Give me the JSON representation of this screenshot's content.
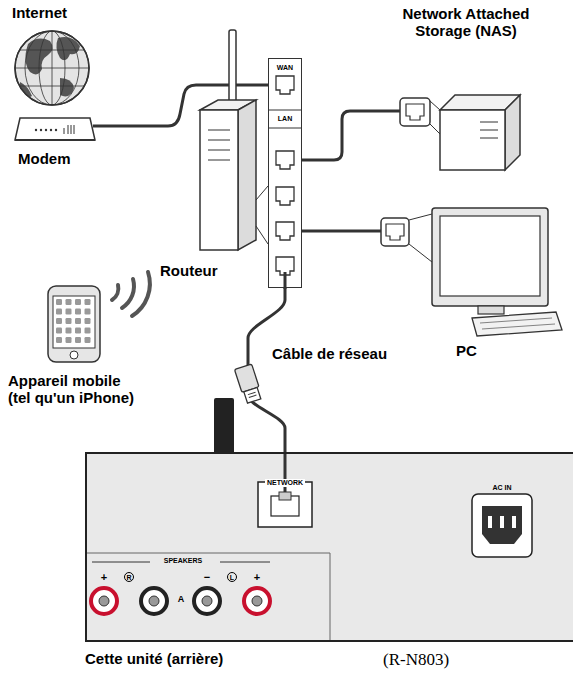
{
  "diagram": {
    "nodes": [
      {
        "text": [
          "WAN",
          "LAN"
        ]
      },
      {
        "text": [
          "NETWORK",
          "AC IN",
          "SPEAKERS",
          "+",
          "R",
          "A",
          "−",
          "L",
          "+"
        ]
      }
    ],
    "edges": [
      {
        "from": 0,
        "to": 1,
        "arrow": "none"
      }
    ],
    "labels": [
      "Internet",
      "Network Attached Storage (NAS)",
      "Modem",
      "Routeur",
      "PC",
      "Câble de réseau",
      "Appareil mobile (tel qu'un iPhone)",
      "Cette unité (arrière)",
      "(R-N803)"
    ]
  }
}
